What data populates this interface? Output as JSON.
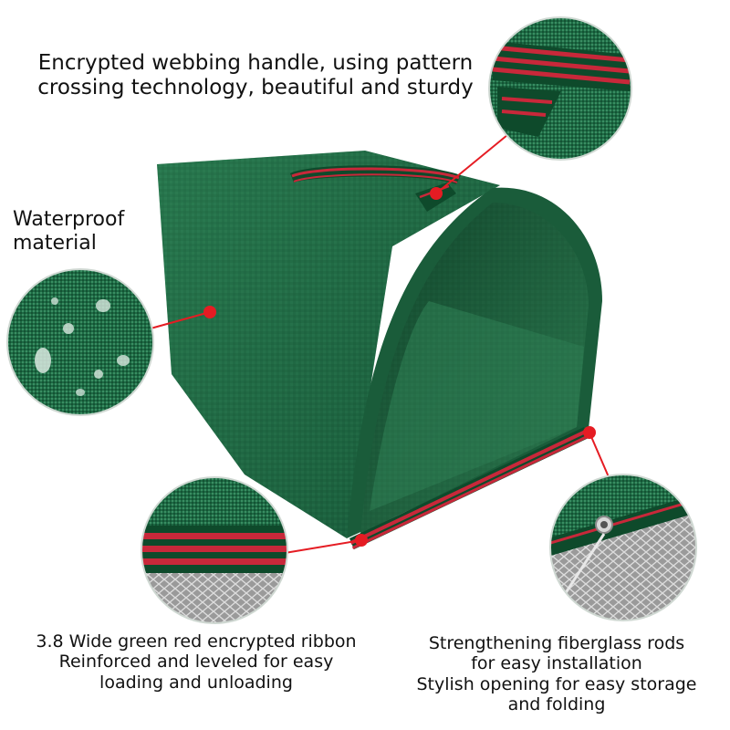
{
  "captions": {
    "handle": [
      "Encrypted webbing handle, using pattern",
      "crossing technology, beautiful and sturdy"
    ],
    "waterproof": [
      "Waterproof",
      "material"
    ],
    "ribbon": [
      "3.8 Wide green red encrypted ribbon",
      "Reinforced and leveled for easy",
      "loading and unloading"
    ],
    "rods": [
      "Strengthening fiberglass rods",
      "for easy installation",
      "Stylish opening for easy storage",
      "and folding"
    ]
  },
  "colors": {
    "bag_green": "#1f6a44",
    "bag_dark": "#0f3f27",
    "bag_inside": "#2c7a4f",
    "stripe_red": "#c8283a",
    "stripe_green": "#0e4a2b",
    "marker_red": "#e51c23"
  }
}
